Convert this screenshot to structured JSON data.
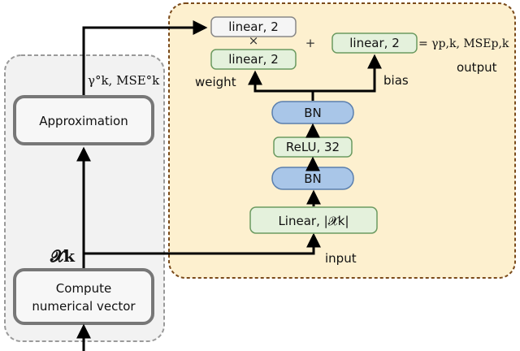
{
  "left_panel": {
    "approximation": "Approximation",
    "compute_line1": "Compute",
    "compute_line2": "numerical vector",
    "gamma_label": "γ°k, MSE°k",
    "x_label": "𝓧k"
  },
  "right_panel": {
    "linear_top": "linear, 2",
    "times": "×",
    "linear_mid": "linear, 2",
    "plus": "+",
    "linear_bias": "linear, 2",
    "equals_label": "= γp,k, MSEp,k",
    "output_label": "output",
    "weight_label": "weight",
    "bias_label": "bias",
    "bn_top": "BN",
    "relu": "ReLU, 32",
    "bn_bottom": "BN",
    "linear_input": "Linear, |𝓧k|",
    "input_label": "input"
  },
  "colors": {
    "left_bg": "#f2f2f2",
    "right_bg": "#fdf0cf",
    "right_border": "#7a4a1a",
    "green_box": "#e4f1dc",
    "green_border": "#6b9a60",
    "blue_box": "#a9c6e8",
    "blue_border": "#5a7fae",
    "white_box": "#f5f5f5"
  }
}
